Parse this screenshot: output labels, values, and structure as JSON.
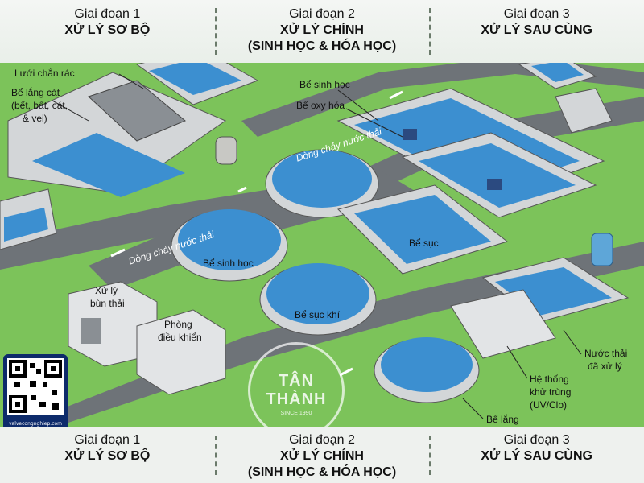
{
  "stages_top": [
    {
      "name": "Giai đoạn 1",
      "title_1": "XỬ LÝ SƠ BỘ",
      "title_2": ""
    },
    {
      "name": "Giai đoạn 2",
      "title_1": "XỬ LÝ CHÍNH",
      "title_2": "(SINH HỌC & HÓA HỌC)"
    },
    {
      "name": "Giai đoạn 3",
      "title_1": "XỬ LÝ SAU CÙNG",
      "title_2": ""
    }
  ],
  "stages_bottom": [
    {
      "name": "Giai đoạn 1",
      "title_1": "XỬ LÝ SƠ BỘ",
      "title_2": ""
    },
    {
      "name": "Giai đoạn 2",
      "title_1": "XỬ LÝ CHÍNH",
      "title_2": "(SINH HỌC & HÓA HỌC)"
    },
    {
      "name": "Giai đoạn 3",
      "title_1": "XỬ LÝ SAU CÙNG",
      "title_2": ""
    }
  ],
  "labels": {
    "screen": "Lưới chắn rác",
    "grit_1": "Bể lắng cát",
    "grit_2": "(bết, bất, cát,",
    "grit_3": "& vei)",
    "bio_tank": "Bể sinh học",
    "oxy_tank": "Bể oxy hóa",
    "flow_upper": "Dòng chảy nước thải",
    "flow_lower": "Dòng chảy nước thải",
    "bio_round": "Bể sinh học",
    "aeration_round": "Bể sục khí",
    "aeration_rect": "Bể sục",
    "sludge_1": "Xử lý",
    "sludge_2": "bùn thải",
    "control_1": "Phòng",
    "control_2": "điều khiển",
    "treated_1": "Nước thải",
    "treated_2": "đã xử lý",
    "disinfect_1": "Hệ thống",
    "disinfect_2": "khử trùng",
    "disinfect_3": "(UV/Clo)",
    "settling": "Bể lắng"
  },
  "watermark": {
    "name": "TÂN THÀNH",
    "since": "SINCE 1990"
  },
  "qr": {
    "url": "valvecongnghiep.com"
  },
  "colors": {
    "water": "#3c8fd0",
    "grass": "#7cc35a",
    "road": "#6e7378",
    "concrete": "#d3d6d8"
  }
}
